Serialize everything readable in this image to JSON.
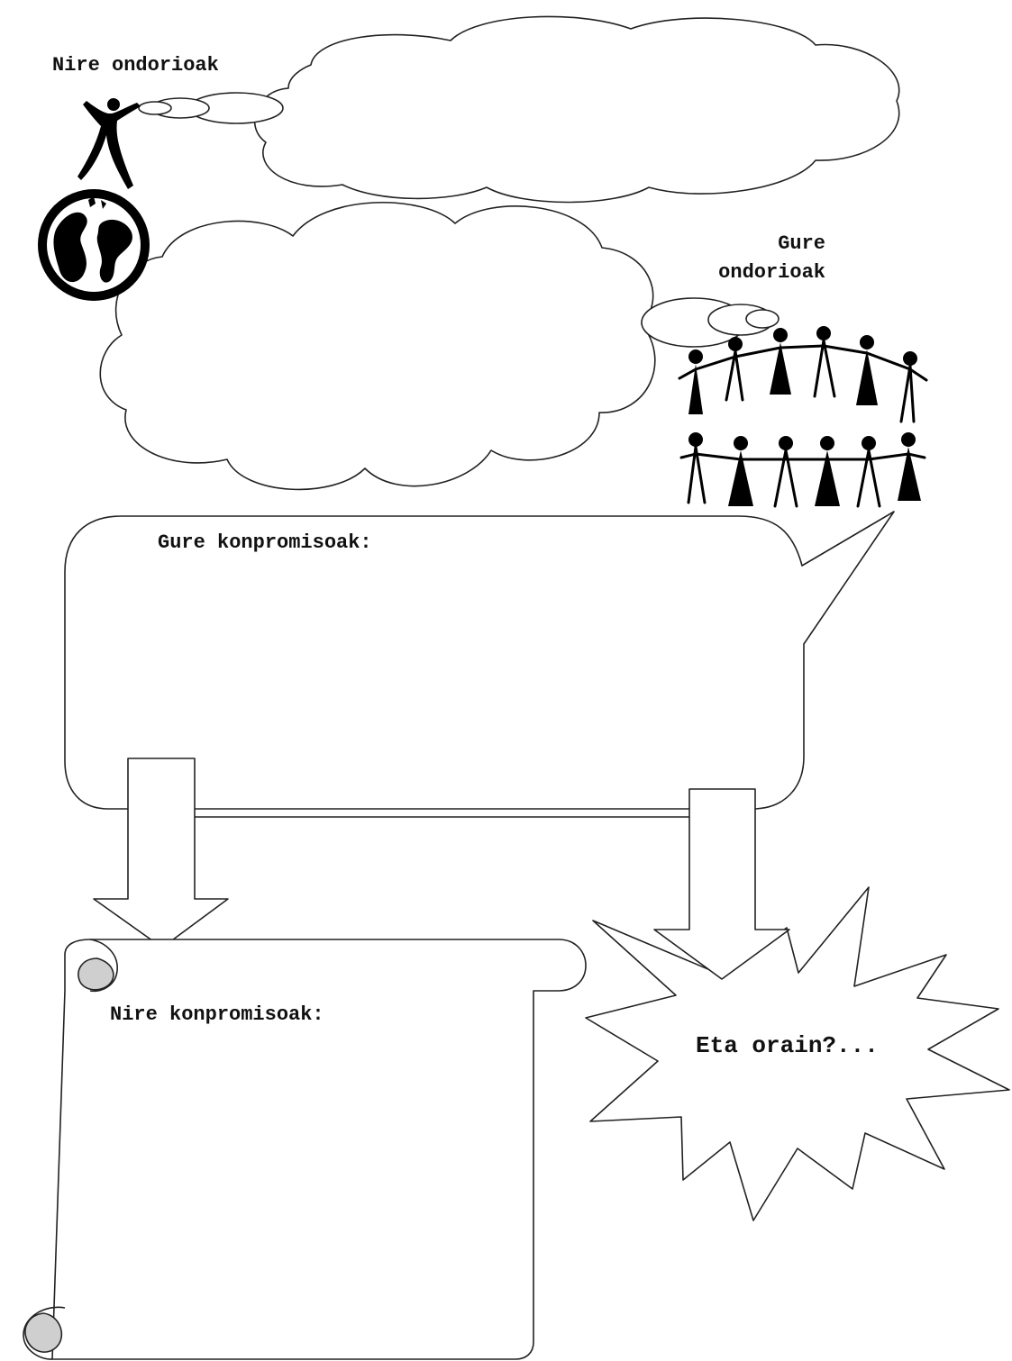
{
  "labels": {
    "my_conclusions": "Nire ondorioak",
    "our_conclusions_line1": "Gure",
    "our_conclusions_line2": "ondorioak",
    "our_commitments": "Gure konpromisoak:",
    "my_commitments": "Nire konpromisoak:",
    "and_now": "Eta orain?..."
  },
  "icons": {
    "person_on_globe": "person-holding-globe-icon",
    "people_chain": "holding-hands-people-icon"
  },
  "colors": {
    "stroke": "#222222",
    "fill": "#ffffff",
    "scroll_curl": "#cfcfcf",
    "figure": "#000000"
  }
}
